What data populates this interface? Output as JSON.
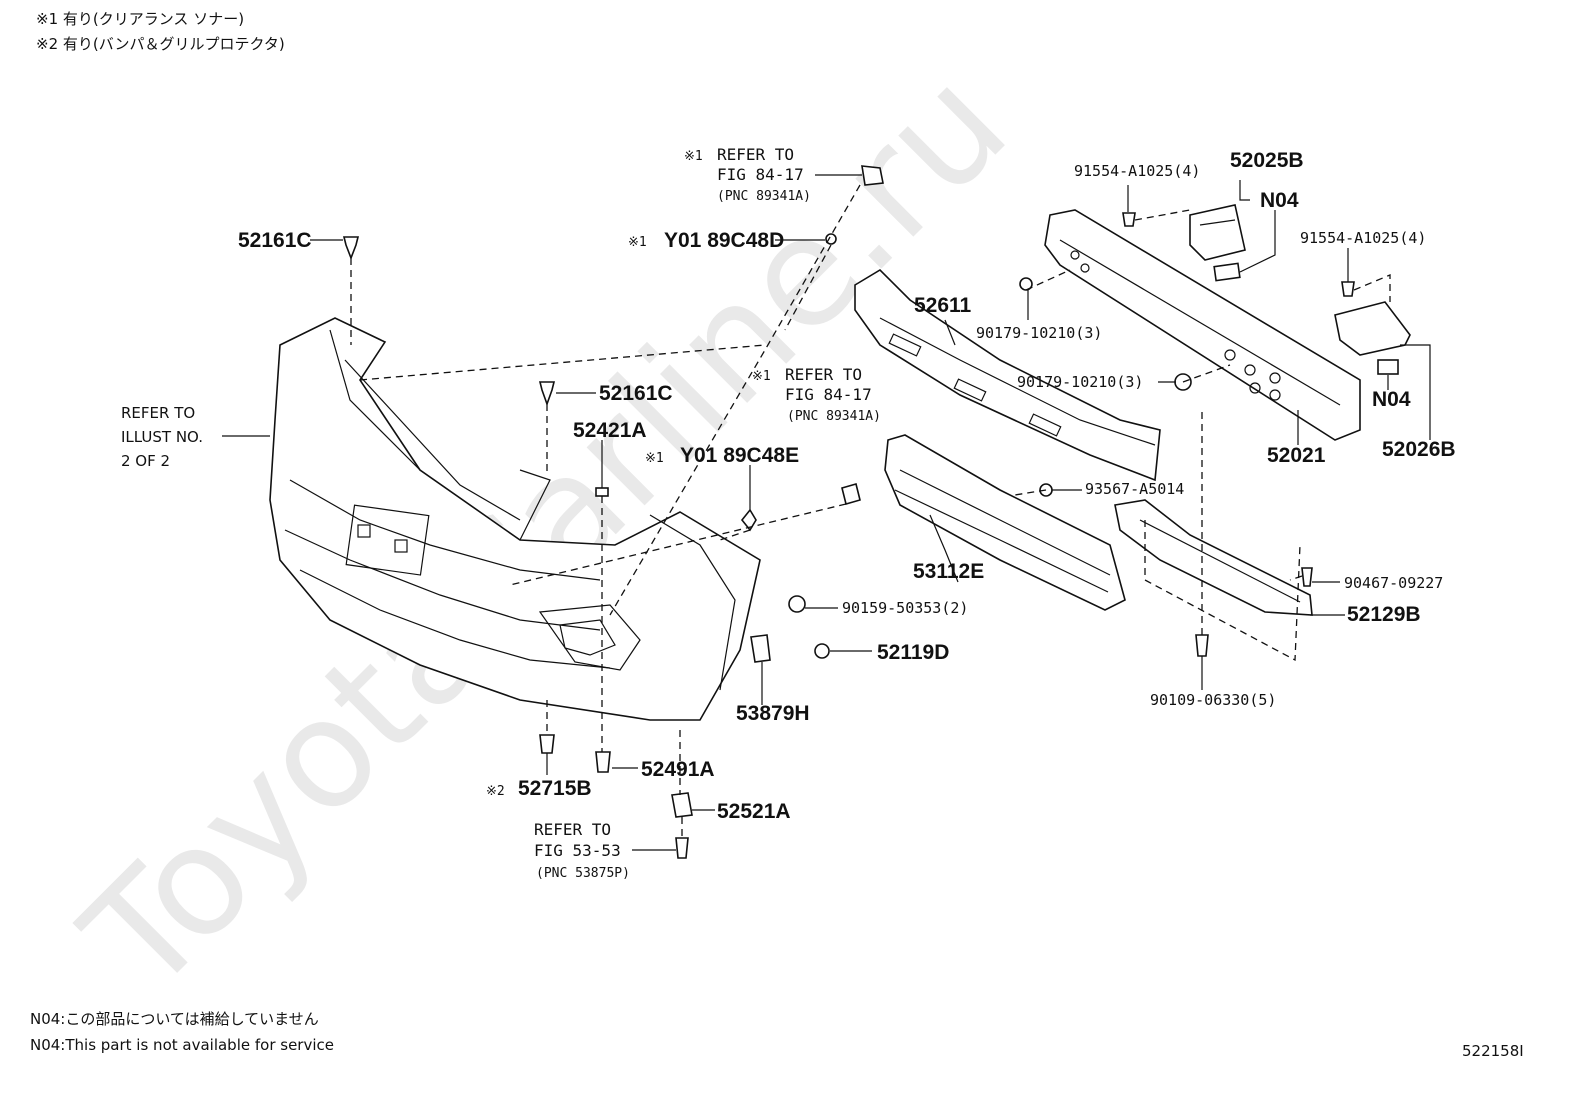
{
  "notes_top": [
    "※1 有り(クリアランス ソナー)",
    "※2 有り(バンパ＆グリルプロテクタ)"
  ],
  "notes_bottom": [
    "N04:この部品については補給していません",
    "N04:This part is not available for service"
  ],
  "illustration_id": "522158I",
  "watermark": "ToyotaCarline.ru",
  "refs": {
    "sonar_a": {
      "mark": "※1",
      "line1": "REFER TO",
      "line2": "FIG 84-17",
      "line3": "(PNC 89341A)"
    },
    "sonar_b": {
      "mark": "※1",
      "line1": "REFER TO",
      "line2": "FIG 84-17",
      "line3": "(PNC 89341A)"
    },
    "illust": {
      "line1": "REFER TO",
      "line2": "ILLUST NO.",
      "line3": "2 OF 2"
    },
    "fig53": {
      "line1": "REFER TO",
      "line2": "FIG 53-53",
      "line3": "(PNC 53875P)"
    }
  },
  "parts": {
    "p52161C_a": "52161C",
    "p52161C_b": "52161C",
    "p52421A": "52421A",
    "y0189C48D": "Y01 89C48D",
    "y0189C48D_mark": "※1",
    "y0189C48E": "Y01 89C48E",
    "y0189C48E_mark": "※1",
    "p52611": "52611",
    "p53112E": "53112E",
    "p90159": "90159-50353(2)",
    "p52119D": "52119D",
    "p53879H": "53879H",
    "p52491A": "52491A",
    "p52715B": "52715B",
    "p52715B_mark": "※2",
    "p52521A": "52521A",
    "p91554_a": "91554-A1025(4)",
    "p91554_b": "91554-A1025(4)",
    "p52025B": "52025B",
    "n04_a": "N04",
    "n04_b": "N04",
    "p90179_a": "90179-10210(3)",
    "p90179_b": "90179-10210(3)",
    "p52021": "52021",
    "p52026B": "52026B",
    "p93567": "93567-A5014",
    "p90467": "90467-09227",
    "p52129B": "52129B",
    "p90109": "90109-06330(5)"
  }
}
